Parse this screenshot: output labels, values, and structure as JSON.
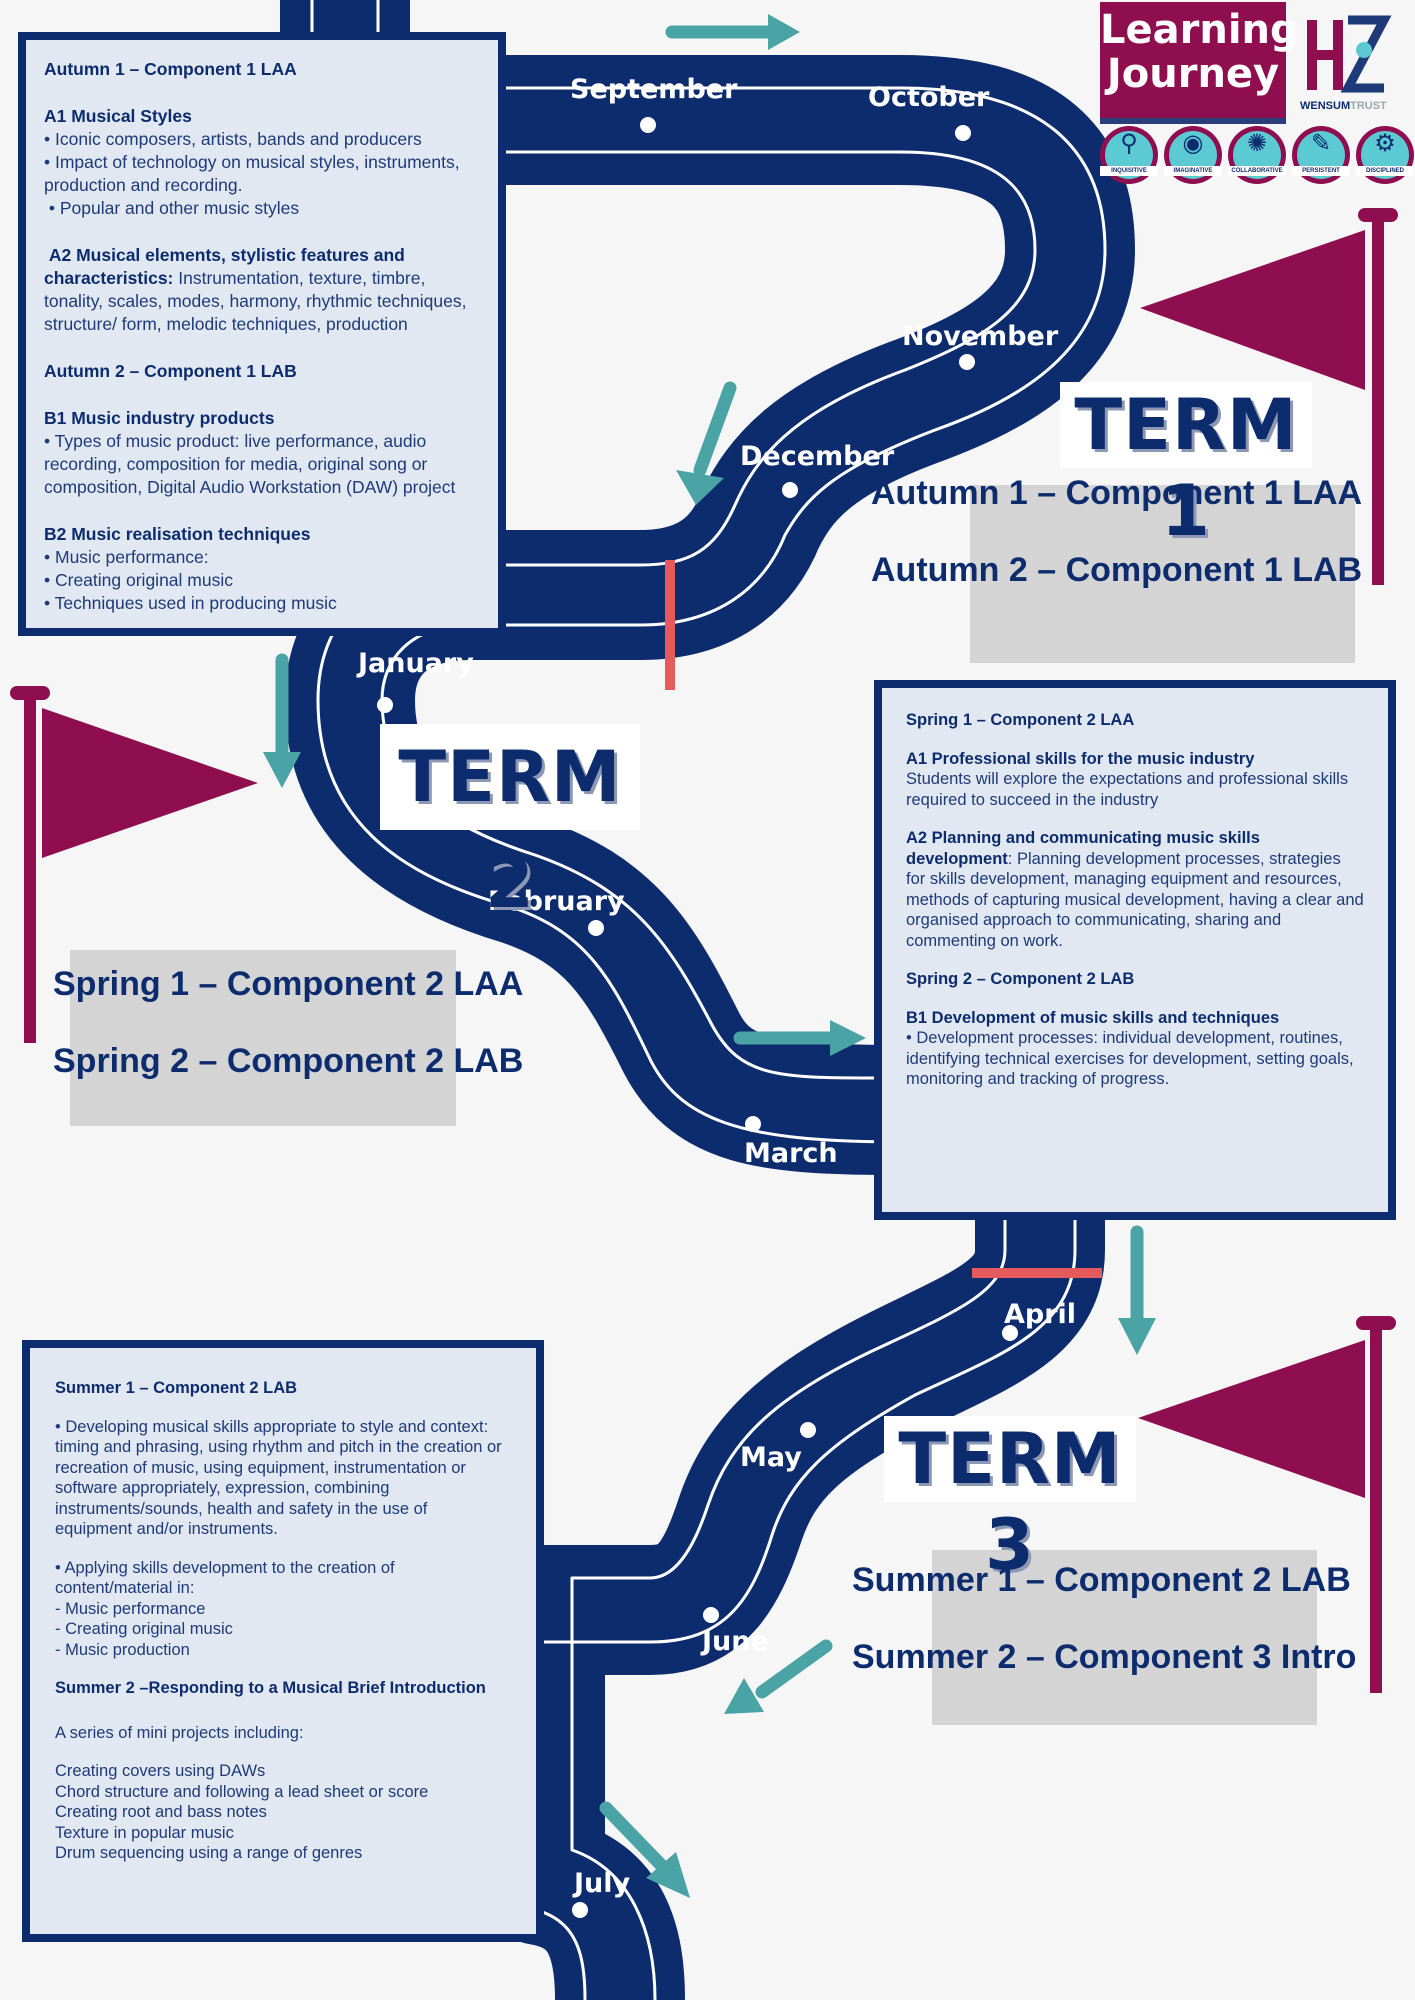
{
  "header": {
    "logo_line1": "Learning",
    "logo_line2": "Journey",
    "trust_name": "WENSUM",
    "trust_suffix": "TRUST",
    "values": [
      {
        "label": "INQUISITIVE",
        "icon": "magnifier-icon"
      },
      {
        "label": "IMAGINATIVE",
        "icon": "lightbulb-head-icon"
      },
      {
        "label": "COLLABORATIVE",
        "icon": "group-icon"
      },
      {
        "label": "PERSISTENT",
        "icon": "pencil-paper-icon"
      },
      {
        "label": "DISCIPLINED",
        "icon": "head-gears-icon"
      }
    ]
  },
  "months": [
    "September",
    "October",
    "November",
    "December",
    "January",
    "February",
    "March",
    "April",
    "May",
    "June",
    "July"
  ],
  "terms": [
    {
      "label": "TERM 1",
      "components": [
        "Autumn 1 – Component 1 LAA",
        "Autumn 2 – Component 1 LAB"
      ]
    },
    {
      "label": "TERM 2",
      "components": [
        "Spring 1 – Component 2 LAA",
        "Spring 2 – Component 2 LAB"
      ]
    },
    {
      "label": "TERM 3",
      "components": [
        "Summer 1 – Component 2 LAB",
        "Summer 2 – Component 3 Intro"
      ]
    }
  ],
  "panel_autumn": {
    "title": "Autumn 1 – Component 1 LAA",
    "a1_heading": "A1 Musical Styles",
    "a1_items": [
      "• Iconic composers, artists, bands and producers",
      "• Impact of technology on musical styles, instruments, production and recording.",
      " • Popular and other music styles"
    ],
    "a2_heading": " A2 Musical elements, stylistic features and characteristics:",
    "a2_text": " Instrumentation, texture, timbre, tonality, scales, modes, harmony, rhythmic techniques, structure/ form, melodic techniques, production",
    "title2": "Autumn 2 – Component 1 LAB",
    "b1_heading": "B1 Music industry products",
    "b1_text": "• Types of music product: live performance, audio recording, composition for media, original song or composition, Digital Audio Workstation (DAW) project",
    "b2_heading": "B2 Music realisation techniques",
    "b2_items": [
      "• Music performance:",
      "• Creating original music",
      "• Techniques used in producing music"
    ]
  },
  "panel_spring": {
    "title": "Spring 1 – Component 2 LAA",
    "a1_heading": "A1 Professional skills for the music industry",
    "a1_text": "Students will explore the expectations and professional skills required to succeed in the industry",
    "a2_heading": "A2 Planning and communicating music skills development",
    "a2_text": ": Planning development processes, strategies for skills development, managing equipment and resources, methods of capturing musical development, having a clear and organised approach to communicating, sharing and commenting on work.",
    "title2": "Spring 2 – Component 2 LAB",
    "b1_heading": "B1 Development of music skills and techniques",
    "b1_text": "• Development processes: individual development, routines, identifying technical exercises for development, setting goals, monitoring and tracking of progress."
  },
  "panel_summer": {
    "title": "Summer 1 – Component 2 LAB",
    "p1": "• Developing musical skills appropriate to style and context: timing and phrasing, using rhythm and pitch in the creation or recreation of music, using equipment, instrumentation or software appropriately, expression, combining instruments/sounds, health and safety in the use of equipment and/or instruments.",
    "p2_lead": "• Applying skills development to the creation of content/material in:",
    "p2_items": [
      "- Music performance",
      "- Creating original music",
      "- Music production"
    ],
    "title2": "Summer 2 –Responding to a Musical Brief Introduction",
    "intro": "A series of mini projects including:",
    "projects": [
      "Creating covers using DAWs",
      "Chord structure and following a lead sheet or score",
      "Creating root and bass notes",
      "Texture in popular music",
      "Drum sequencing using a range of genres"
    ]
  },
  "colors": {
    "road": "#0c2c6e",
    "flag": "#8f0e4f",
    "arrow": "#4aa3a5",
    "divider": "#e55a5a",
    "panel_bg": "#e2e8f1"
  }
}
